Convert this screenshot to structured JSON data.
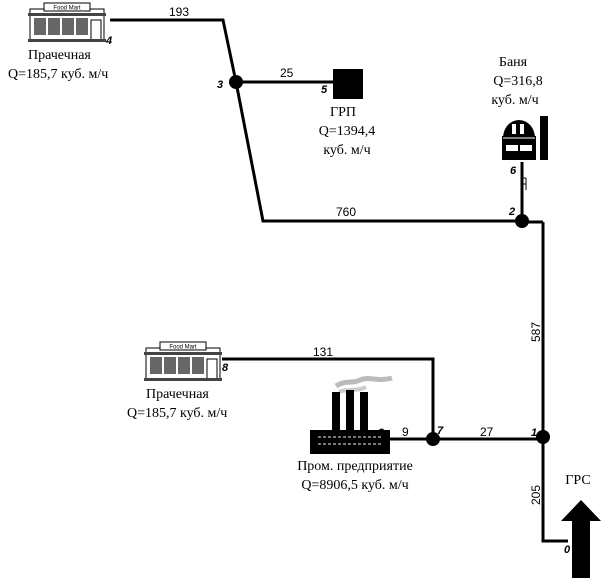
{
  "nodes": {
    "n0": "0",
    "n1": "1",
    "n2": "2",
    "n3": "3",
    "n4": "4",
    "n5": "5",
    "n6": "6",
    "n7": "7",
    "n8": "8",
    "n9": "9"
  },
  "lengths": {
    "l_0_1": "205",
    "l_1_2": "587",
    "l_2_3": "760",
    "l_3_4": "193",
    "l_3_5": "25",
    "l_1_7": "27",
    "l_7_9": "9",
    "l_7_8": "131"
  },
  "consumers": {
    "laundry_top": {
      "name": "Прачечная",
      "flow": "Q=185,7 куб. м/ч",
      "store_sign": "Food Mart"
    },
    "grp": {
      "name": "ГРП",
      "flow_line1": "Q=1394,4",
      "flow_line2": "куб. м/ч"
    },
    "bath": {
      "name": "Баня",
      "flow_line1": "Q=316,8",
      "flow_line2": "куб. м/ч"
    },
    "laundry_bottom": {
      "name": "Прачечная",
      "flow": "Q=185,7 куб. м/ч",
      "store_sign": "Food Mart"
    },
    "factory": {
      "name": "Пром. предприятие",
      "flow": "Q=8906,5 куб. м/ч"
    },
    "source": {
      "name": "ГРС"
    }
  },
  "icons": [
    "store-icon",
    "gas-regulator-icon",
    "bathhouse-icon",
    "factory-icon",
    "arrow-up-icon"
  ]
}
